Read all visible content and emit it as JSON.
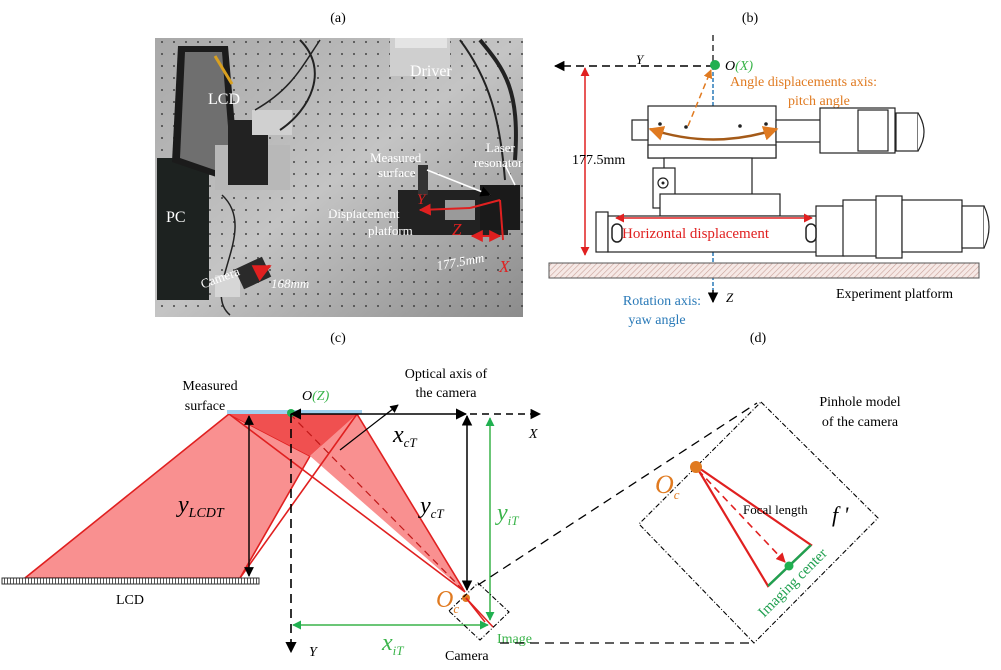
{
  "panels": {
    "a": {
      "label": "(a)",
      "photo_labels": {
        "lcd": "LCD",
        "driver": "Driver",
        "pc": "PC",
        "laser_1": "Laser",
        "laser_2": "resonator",
        "measured_1": "Measured",
        "measured_2": "surface",
        "platform_1": "Displacement",
        "platform_2": "platform",
        "camera": "Camera",
        "dist_camera": "168mm",
        "dist_platform": "177.5mm",
        "axis_x": "X",
        "axis_y": "Y",
        "axis_z": "Z"
      }
    },
    "b": {
      "label": "(b)",
      "origin_o": "O",
      "origin_axis": "(X)",
      "axis_y": "Y",
      "axis_z": "Z",
      "angle_label_1": "Angle displacements axis:",
      "angle_label_2": "pitch angle",
      "height": "177.5mm",
      "horizontal": "Horizontal displacement",
      "platform": "Experiment platform",
      "rotation_1": "Rotation axis:",
      "rotation_2": "yaw angle"
    },
    "c": {
      "label": "(c)",
      "measured_1": "Measured",
      "measured_2": "surface",
      "origin_o": "O",
      "origin_axis": "(Z)",
      "optical_1": "Optical axis of",
      "optical_2": "the camera",
      "axis_x": "X",
      "axis_y": "Y",
      "x_ct": "x",
      "x_ct_sub": "cT",
      "y_ct": "y",
      "y_ct_sub": "cT",
      "y_it": "y",
      "y_it_sub": "iT",
      "x_it": "x",
      "x_it_sub": "iT",
      "y_lcdt": "y",
      "y_lcdt_sub": "LCDT",
      "lcd": "LCD",
      "oc": "O",
      "oc_sub": "c",
      "image": "Image",
      "camera": "Camera"
    },
    "d": {
      "label": "(d)",
      "pinhole_1": "Pinhole model",
      "pinhole_2": "of the camera",
      "oc": "O",
      "oc_sub": "c",
      "focal": "Focal length",
      "f": "f '",
      "imaging_center": "Imaging center"
    }
  },
  "colors": {
    "red": "#e02020",
    "beam_fill": "#f99090",
    "beam_overlap": "#f05050",
    "green": "#20b050",
    "light_green": "#3ab44a",
    "orange": "#e07a20",
    "blue_axis": "#2a7ab8",
    "surface_blue": "#9fd0ef",
    "photo_bg": "#8e8e8e"
  }
}
